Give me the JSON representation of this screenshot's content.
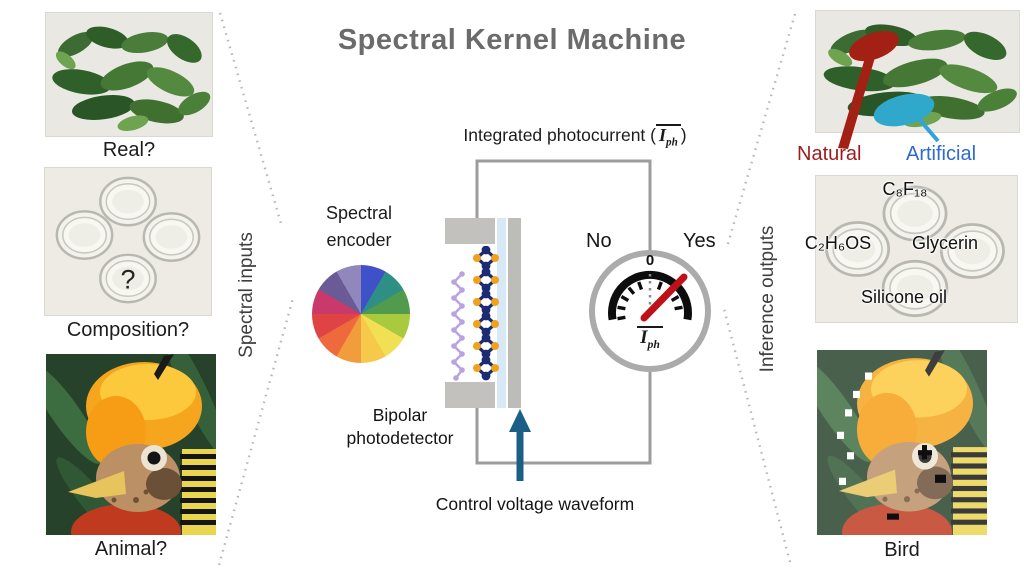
{
  "title": "Spectral Kernel Machine",
  "colors": {
    "title": "#6b6b6b",
    "wire": "#9c9c9c",
    "dotted": "#b8b8b8",
    "needle": "#bf1117",
    "natural": "#9e1b1b",
    "artificial": "#2e6ad1",
    "natural_pointer": "#a32015",
    "artificial_pointer": "#31a3dc",
    "control_arrow": "#1b5f87"
  },
  "inputs": {
    "axis_label": "Spectral inputs",
    "leaves_caption": "Real?",
    "dishes_caption": "Composition?",
    "dish_mark": "?",
    "bird_caption": "Animal?"
  },
  "outputs": {
    "axis_label": "Inference outputs",
    "natural_label": "Natural",
    "artificial_label": "Artificial",
    "dish_labels": {
      "top": "C₈F₁₈",
      "left": "C₂H₆OS",
      "right": "Glycerin",
      "bottom": "Silicone oil"
    },
    "bird_caption": "Bird"
  },
  "machine": {
    "photocurrent": {
      "prefix": "Integrated photocurrent (",
      "symbol": "I",
      "sub": "ph",
      "suffix": ")"
    },
    "encoder": {
      "line1": "Spectral",
      "line2": "encoder",
      "wheel_colors": [
        "#3f51c9",
        "#2e8f85",
        "#529b4d",
        "#a9c93e",
        "#f2e054",
        "#f6c94a",
        "#f29d3b",
        "#ee6a3c",
        "#e04343",
        "#c93a6b",
        "#6a5a96",
        "#9187bd"
      ]
    },
    "detector": {
      "line1": "Bipolar",
      "line2": "photodetector"
    },
    "control_label": "Control voltage waveform",
    "gauge": {
      "no_label": "No",
      "yes_label": "Yes",
      "zero_label": "0",
      "symbol": "I",
      "sub": "ph"
    }
  }
}
